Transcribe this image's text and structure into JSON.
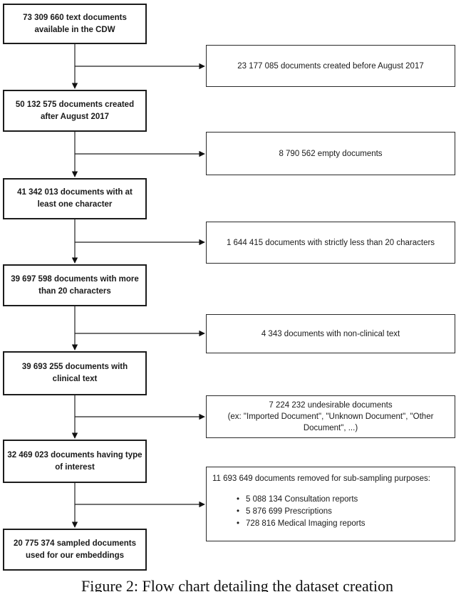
{
  "figure": {
    "caption": "Figure 2: Flow chart detailing the dataset creation"
  },
  "flowchart": {
    "main_steps": [
      {
        "line1": "73 309 660 text documents",
        "line2": "available in the CDW"
      },
      {
        "line1": "50 132 575 documents created",
        "line2": "after August 2017"
      },
      {
        "line1": "41 342 013 documents with at",
        "line2": "least one character"
      },
      {
        "line1": "39 697 598 documents with more",
        "line2": "than 20 characters"
      },
      {
        "line1": "39 693 255 documents with",
        "line2": "clinical text"
      },
      {
        "line1": "32 469 023 documents having type",
        "line2": "of interest"
      },
      {
        "line1": "20 775 374 sampled documents",
        "line2": "used for our embeddings"
      }
    ],
    "excluded_steps": [
      {
        "label": "23 177 085 documents created before August 2017"
      },
      {
        "label": "8 790 562 empty documents"
      },
      {
        "label": "1 644 415 documents with strictly less than 20 characters"
      },
      {
        "label": "4 343 documents with non-clinical text"
      },
      {
        "label": "7 224 232 undesirable documents",
        "sub": "(ex: \"Imported Document\", \"Unknown Document\", \"Other Document\", ...)"
      },
      {
        "label": "11 693 649 documents removed for sub-sampling purposes:",
        "bullets": [
          "5 088 134 Consultation reports",
          "5 876 699 Prescriptions",
          "728 816 Medical Imaging reports"
        ]
      }
    ]
  }
}
